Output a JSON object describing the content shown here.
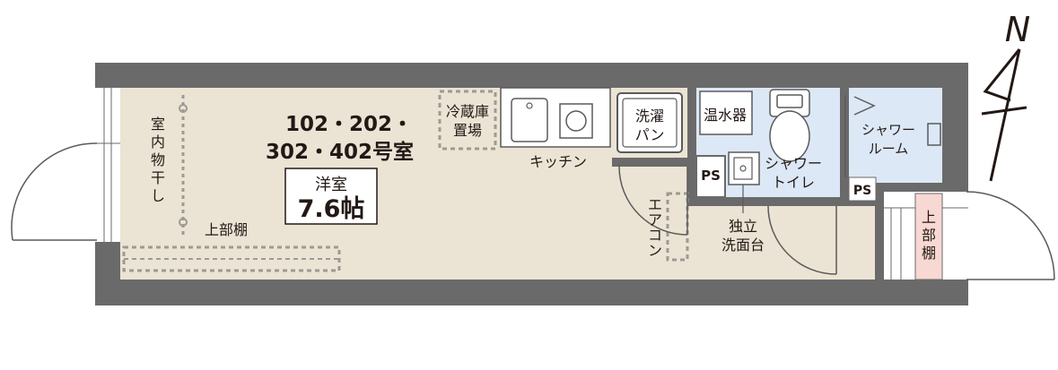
{
  "unit_title": {
    "line1": "102・202・",
    "line2": "302・402号室"
  },
  "room": {
    "type": "洋室",
    "size": "7.6帖"
  },
  "labels": {
    "drying": [
      "室",
      "内",
      "物",
      "干",
      "し"
    ],
    "upper_shelf_main": "上部棚",
    "fridge": [
      "冷蔵庫",
      "置場"
    ],
    "kitchen": "キッチン",
    "washer": [
      "洗濯",
      "パン"
    ],
    "water_heater": "温水器",
    "ps_left": "PS",
    "ps_right": "PS",
    "shower_toilet": [
      "シャワー",
      "トイレ"
    ],
    "shower_room": [
      "シャワー",
      "ルーム"
    ],
    "aircon": [
      "エ",
      "ア",
      "コ",
      "ン"
    ],
    "vanity": [
      "独立",
      "洗面台"
    ],
    "upper_shelf_entry": [
      "上",
      "部",
      "棚"
    ],
    "north": "N"
  },
  "colors": {
    "wall": "#6b6a6a",
    "floor": "#ebe4d4",
    "wet": "#dce8f6",
    "entry_shelf": "#f7d8d2",
    "dotted": "#9d9a94",
    "fixture": "#5a5a5a"
  }
}
